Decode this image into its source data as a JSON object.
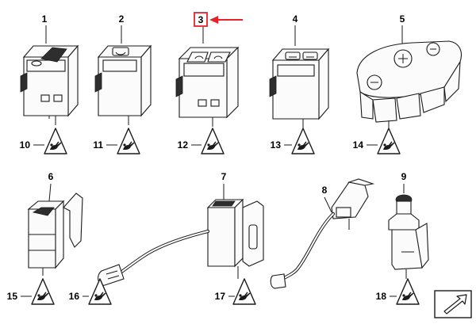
{
  "diagram": {
    "highlight_color": "#e8222a",
    "ink_color": "#1a1a1a",
    "highlighted_part": "3",
    "parts": [
      {
        "id": "p1",
        "label": "1"
      },
      {
        "id": "p2",
        "label": "2"
      },
      {
        "id": "p3",
        "label": "3"
      },
      {
        "id": "p4",
        "label": "4"
      },
      {
        "id": "p5",
        "label": "5"
      },
      {
        "id": "p6",
        "label": "6"
      },
      {
        "id": "p7",
        "label": "7"
      },
      {
        "id": "p8",
        "label": "8"
      },
      {
        "id": "p9",
        "label": "9"
      }
    ],
    "warning_labels": [
      {
        "id": "w10",
        "label": "10"
      },
      {
        "id": "w11",
        "label": "11"
      },
      {
        "id": "w12",
        "label": "12"
      },
      {
        "id": "w13",
        "label": "13"
      },
      {
        "id": "w14",
        "label": "14"
      },
      {
        "id": "w15",
        "label": "15"
      },
      {
        "id": "w16",
        "label": "16"
      },
      {
        "id": "w17",
        "label": "17"
      },
      {
        "id": "w18",
        "label": "18"
      }
    ],
    "corner_icon": "arrow-corner-icon",
    "warning_icon": "hand-warning-triangle-icon"
  }
}
